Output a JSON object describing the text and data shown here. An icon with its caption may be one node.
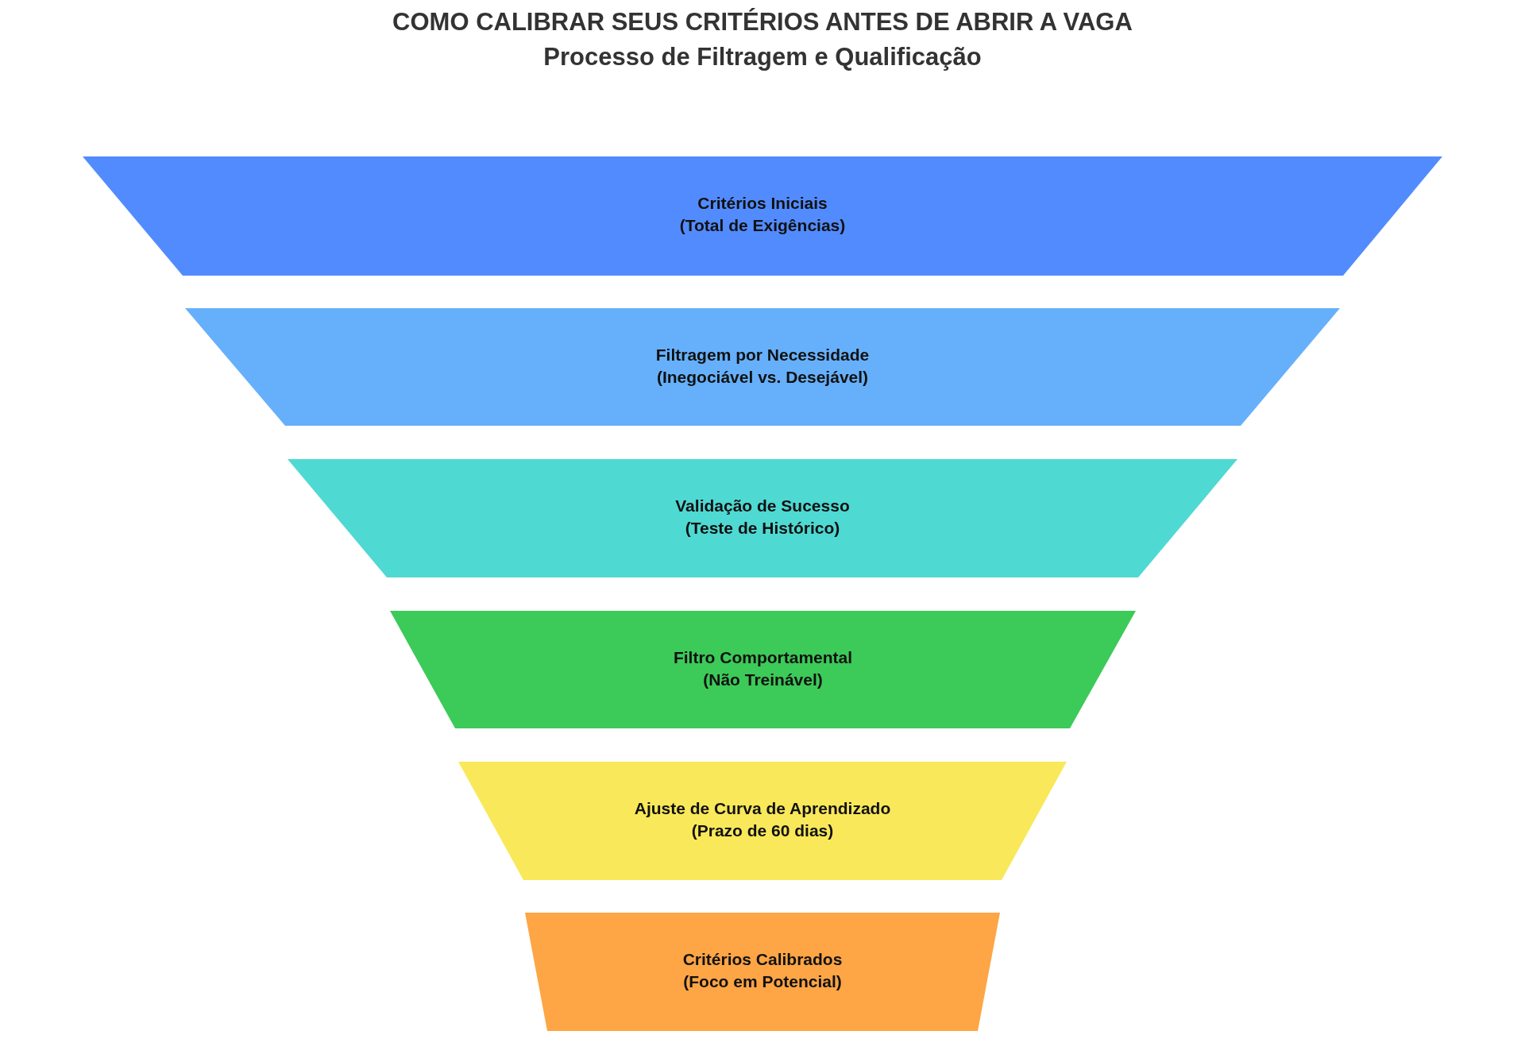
{
  "diagram": {
    "title": "COMO CALIBRAR SEUS CRITÉRIOS ANTES DE ABRIR A VAGA",
    "nodes": [
      {
        "text": [
          "Critérios Iniciais",
          "(Total de Exigências)"
        ]
      },
      {
        "text": [
          "Filtragem por Necessidade",
          "(Inegociável vs. Desejável)"
        ]
      },
      {
        "text": [
          "Validação de Sucesso",
          "(Teste de Histórico)"
        ]
      },
      {
        "text": [
          "Filtro Comportamental",
          "(Não Treinável)"
        ]
      },
      {
        "text": [
          "Ajuste de Curva de Aprendizado",
          "(Prazo de 60 dias)"
        ]
      },
      {
        "text": [
          "Critérios Calibrados",
          "(Foco em Potencial)"
        ]
      }
    ],
    "labels": [
      "Processo de Filtragem e Qualificação"
    ]
  }
}
